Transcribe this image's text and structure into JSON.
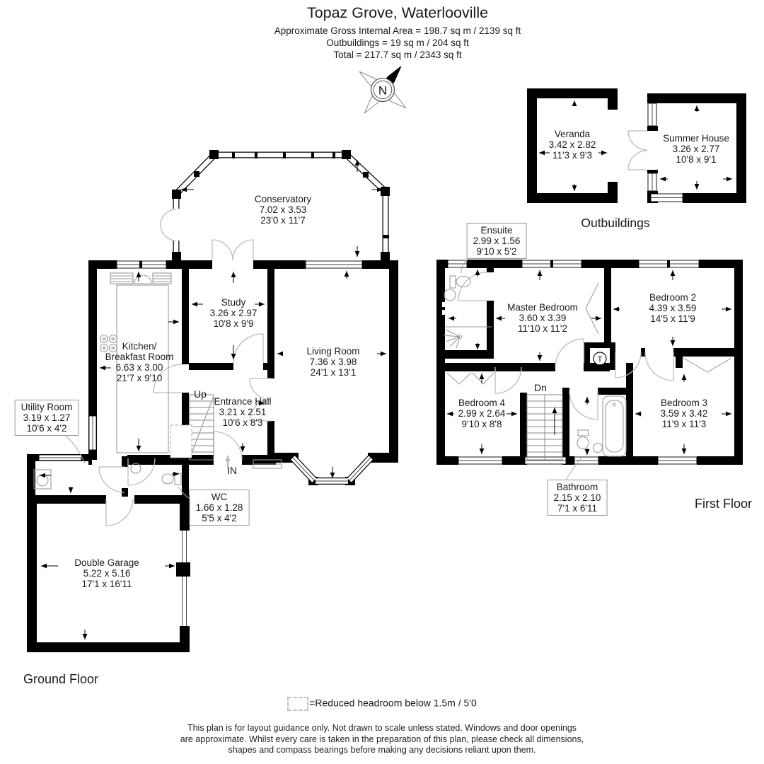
{
  "header": {
    "title": "Topaz Grove, Waterlooville",
    "area_line1": "Approximate Gross Internal Area = 198.7 sq m / 2139 sq ft",
    "area_line2": "Outbuildings = 19 sq m / 204 sq ft",
    "area_line3": "Total = 217.7 sq m / 2343 sq ft"
  },
  "compass": {
    "north_label": "N"
  },
  "floor_labels": {
    "ground": "Ground Floor",
    "first": "First Floor",
    "outbuildings": "Outbuildings"
  },
  "rooms": {
    "conservatory": {
      "name": "Conservatory",
      "metric": "7.02 x 3.53",
      "imperial": "23'0 x 11'7"
    },
    "study": {
      "name": "Study",
      "metric": "3.26 x 2.97",
      "imperial": "10'8 x 9'9"
    },
    "kitchen": {
      "name": "Kitchen/",
      "name2": "Breakfast Room",
      "metric": "6.63 x 3.00",
      "imperial": "21'7 x 9'10"
    },
    "living_room": {
      "name": "Living Room",
      "metric": "7.36 x 3.98",
      "imperial": "24'1 x 13'1"
    },
    "entrance_hall": {
      "name": "Entrance Hall",
      "metric": "3.21 x 2.51",
      "imperial": "10'6 x 8'3"
    },
    "utility_room": {
      "name": "Utility Room",
      "metric": "3.19 x 1.27",
      "imperial": "10'6 x 4'2"
    },
    "wc": {
      "name": "WC",
      "metric": "1.66 x 1.28",
      "imperial": "5'5 x 4'2"
    },
    "double_garage": {
      "name": "Double Garage",
      "metric": "5.22 x 5.16",
      "imperial": "17'1 x 16'11"
    },
    "ensuite": {
      "name": "Ensuite",
      "metric": "2.99 x 1.56",
      "imperial": "9'10 x 5'2"
    },
    "master_bedroom": {
      "name": "Master Bedroom",
      "metric": "3.60 x 3.39",
      "imperial": "11'10 x 11'2"
    },
    "bedroom_2": {
      "name": "Bedroom 2",
      "metric": "4.39 x 3.59",
      "imperial": "14'5 x 11'9"
    },
    "bedroom_3": {
      "name": "Bedroom 3",
      "metric": "3.59 x 3.42",
      "imperial": "11'9 x 11'3"
    },
    "bedroom_4": {
      "name": "Bedroom 4",
      "metric": "2.99 x 2.64",
      "imperial": "9'10 x 8'8"
    },
    "bathroom": {
      "name": "Bathroom",
      "metric": "2.15 x 2.10",
      "imperial": "7'1 x 6'11"
    },
    "veranda": {
      "name": "Veranda",
      "metric": "3.42 x 2.82",
      "imperial": "11'3 x 9'3"
    },
    "summer_house": {
      "name": "Summer House",
      "metric": "3.26 x 2.77",
      "imperial": "10'8 x 9'1"
    }
  },
  "annotations": {
    "up": "Up",
    "down": "Dn",
    "in": "IN",
    "tank": "T"
  },
  "legend": {
    "reduced_headroom": "=Reduced headroom below 1.5m / 5'0"
  },
  "disclaimer": {
    "line1": "This plan is for layout guidance only. Not drawn to scale unless stated. Windows and door openings",
    "line2": "are approximate. Whilst every care is taken in the preparation of this plan, please check all dimensions,",
    "line3": "shapes and compass bearings before making any decisions reliant upon them."
  },
  "colors": {
    "wall": "#000000",
    "text": "#1a1a1a",
    "door_arc": "#bbbbbb",
    "fixture": "#999999"
  }
}
